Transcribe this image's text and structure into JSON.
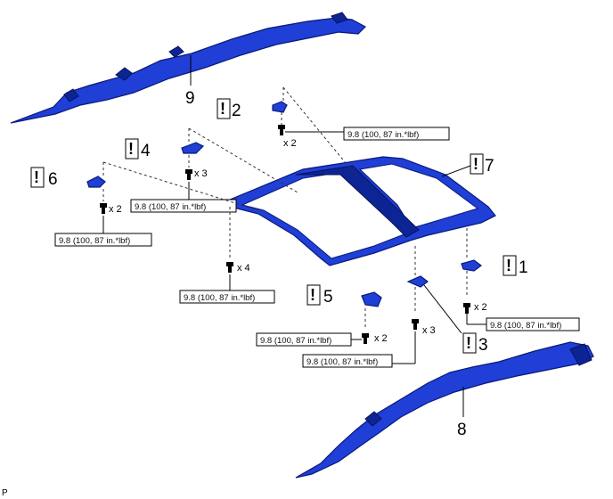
{
  "torque_spec": "9.8 (100, 87 in.*lbf)",
  "callouts": [
    {
      "id": "c1",
      "number": "1",
      "count": "x 2"
    },
    {
      "id": "c2",
      "number": "2",
      "count": "x 2"
    },
    {
      "id": "c3",
      "number": "3",
      "count": "x 3"
    },
    {
      "id": "c4",
      "number": "4",
      "count": "x 3"
    },
    {
      "id": "c5",
      "number": "5",
      "count": "x 2"
    },
    {
      "id": "c6",
      "number": "6",
      "count": "x 2"
    },
    {
      "id": "c7",
      "number": "7"
    },
    {
      "id": "c8",
      "number": "8"
    },
    {
      "id": "c9",
      "number": "9"
    }
  ],
  "frame_bolt_count": "x 4",
  "warning_mark": "!",
  "footer_letter": "P",
  "colors": {
    "part": "#1f3fd6",
    "part_dark": "#0d2594",
    "line": "#000000"
  }
}
